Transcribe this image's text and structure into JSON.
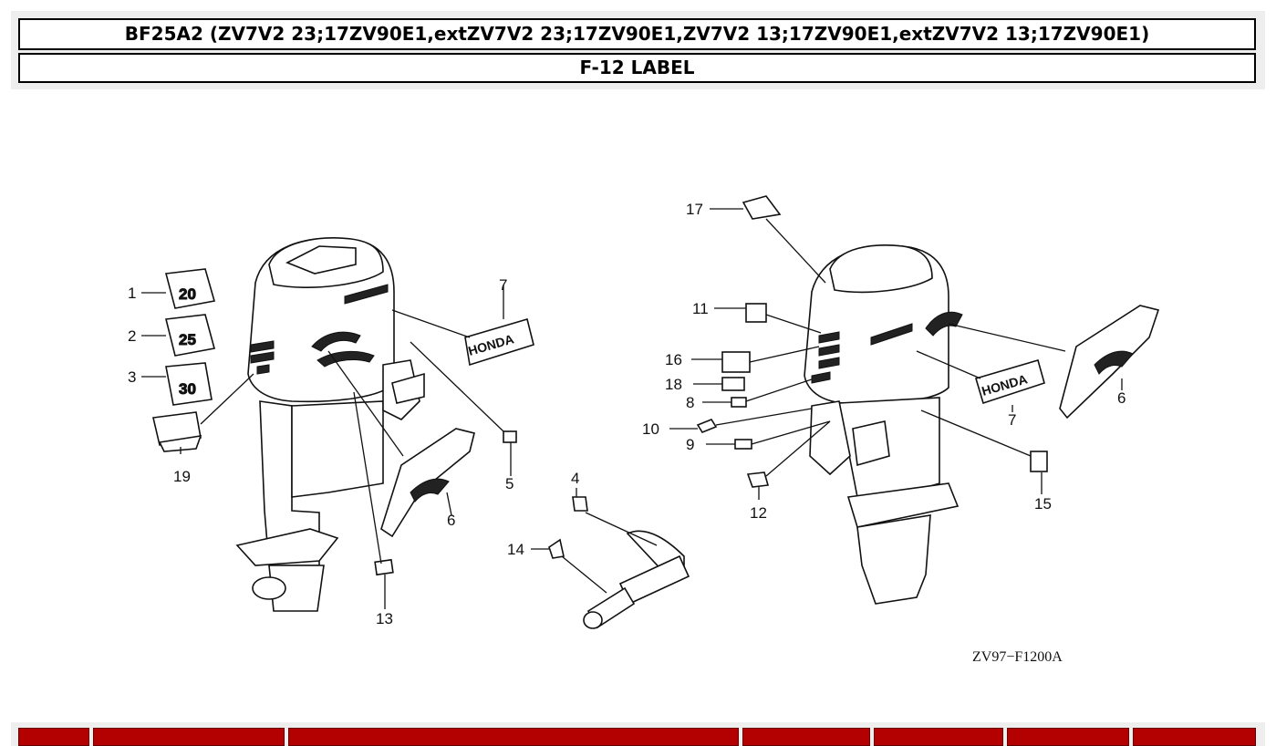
{
  "header": {
    "model_title": "BF25A2 (ZV7V2 23;17ZV90E1,extZV7V2 23;17ZV90E1,ZV7V2 13;17ZV90E1,extZV7V2 13;17ZV90E1)",
    "section_title": "F-12 LABEL"
  },
  "diagram": {
    "code": "ZV97−F1200A",
    "decal_texts": {
      "d20": "20",
      "d25": "25",
      "d30": "30",
      "brand": "HONDA"
    },
    "callouts": {
      "c1": "1",
      "c2": "2",
      "c3": "3",
      "c4": "4",
      "c5": "5",
      "c6a": "6",
      "c6b": "6",
      "c7a": "7",
      "c7b": "7",
      "c8": "8",
      "c9": "9",
      "c10": "10",
      "c11": "11",
      "c12": "12",
      "c13": "13",
      "c14": "14",
      "c15": "15",
      "c16": "16",
      "c17": "17",
      "c18": "18",
      "c19": "19"
    }
  },
  "table": {
    "header_cells": [
      "",
      "",
      "",
      "",
      "",
      "",
      ""
    ]
  },
  "colors": {
    "table_header": "#b30000",
    "header_bg": "#eeeeee"
  }
}
